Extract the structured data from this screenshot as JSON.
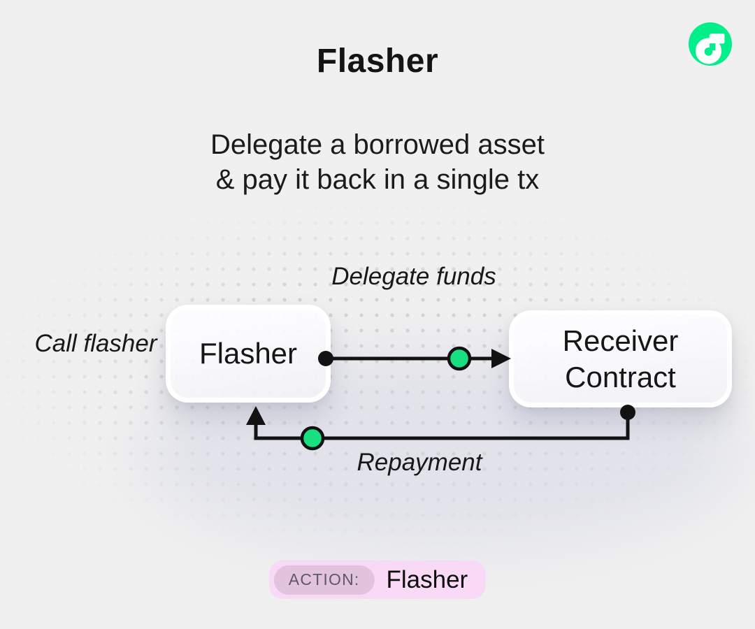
{
  "header": {
    "title": "Flasher",
    "subtitle_line1": "Delegate a borrowed asset",
    "subtitle_line2": "& pay it back in a single tx"
  },
  "logo": {
    "name": "flow-logo"
  },
  "diagram": {
    "nodes": [
      {
        "id": "flasher",
        "label": "Flasher"
      },
      {
        "id": "receiver",
        "label": "Receiver Contract"
      }
    ],
    "edge_labels": {
      "call": "Call flasher",
      "delegate": "Delegate funds",
      "repayment": "Repayment"
    }
  },
  "action_badge": {
    "prefix": "ACTION:",
    "value": "Flasher"
  },
  "theme": {
    "bg": "#F0F0F0",
    "ink": "#141414",
    "accent_green": "#18DF80",
    "logo_green": "#00EF8B",
    "badge_bg": "#F9DAF6",
    "pill_bg": "#E2C3DE",
    "pill_ink": "#5E5966",
    "dot": "#D3D3D6"
  }
}
